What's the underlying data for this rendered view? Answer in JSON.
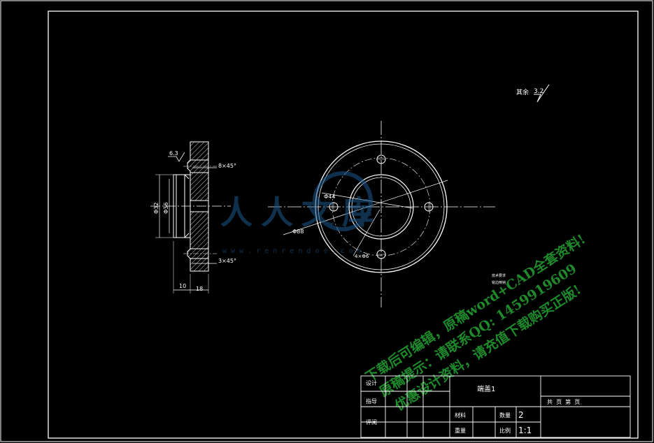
{
  "drawing": {
    "surface_roughness": {
      "label": "其余",
      "value": "3.2"
    },
    "side_view": {
      "roughness": "6.3",
      "chamfer_top": "8×45°",
      "chamfer_bottom": "3×45°",
      "dim_outer_left": "Φ32",
      "dim_inner_left": "Φ36",
      "dim_thickness_1": "10",
      "dim_thickness_2": "18"
    },
    "front_view": {
      "dim_bolt_circle": "Φ44",
      "dim_outer": "Φ88",
      "dim_holes": "4×Φ6",
      "note_1": "技术要求",
      "note_2": "锐边倒钝"
    }
  },
  "watermark": {
    "logo_text": "人人文库",
    "url": "w w w . r e n r e n d o c . c o m",
    "line_1": "下载后可编辑，原稿word+CAD全套资料!",
    "line_2": "原稿提示：请联系QQ: 1459919609",
    "line_3": "优惠设计资料，请充值下载购买正版!"
  },
  "title_block": {
    "row_labels": [
      "设计",
      "指导",
      "评阅"
    ],
    "part_name": "端盖1",
    "sheet_label": "共  页  第  页",
    "material_label": "材料",
    "quantity_label": "数量",
    "quantity_value": "2",
    "weight_label": "重量",
    "scale_label": "比例",
    "scale_value": "1:1"
  }
}
